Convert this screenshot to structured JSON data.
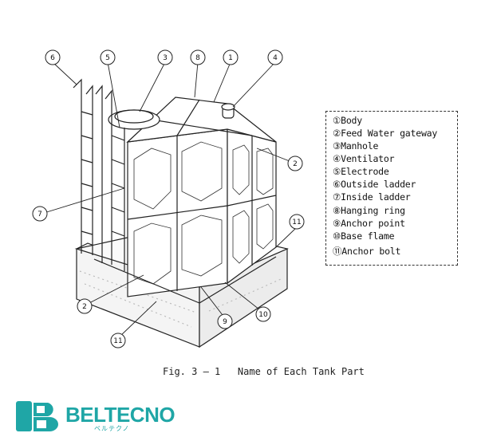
{
  "callouts": [
    "6",
    "5",
    "3",
    "8",
    "1",
    "4",
    "2",
    "7",
    "11",
    "2",
    "9",
    "10",
    "11"
  ],
  "legend": [
    "①Body",
    "②Feed Water gateway",
    "③Manhole",
    "④Ventilator",
    "⑤Electrode",
    "⑥Outside ladder",
    "⑦Inside ladder",
    "⑧Hanging ring",
    "⑨Anchor point",
    "⑩Base flame",
    "⑪Anchor bolt"
  ],
  "caption": "Fig. 3 — 1   Name of Each Tank Part",
  "brand": {
    "name": "BELTECNO",
    "kana": "ベルテクノ",
    "color": "#1fa6a6"
  }
}
